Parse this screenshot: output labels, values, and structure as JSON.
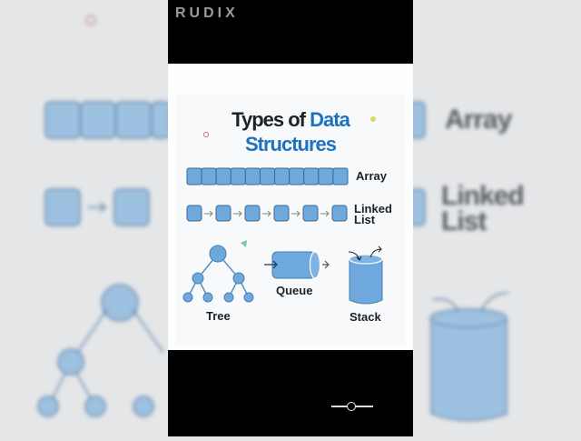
{
  "brand": "RUDIX",
  "title": {
    "part1": "Types of ",
    "part2": "Data",
    "line2": "Structures"
  },
  "labels": {
    "array": "Array",
    "linked_list_1": "Linked",
    "linked_list_2": "List",
    "tree": "Tree",
    "queue": "Queue",
    "stack": "Stack"
  },
  "background_labels": {
    "array": "Array",
    "linked_list_1": "Linked",
    "linked_list_2": "List"
  },
  "colors": {
    "accent": "#1f72bf",
    "shape_fill": "#6fa8dc",
    "shape_stroke": "#3b6a98"
  },
  "array_cells": 11,
  "linked_list_nodes": 6,
  "slider": {
    "icon": "scrub-slider"
  }
}
